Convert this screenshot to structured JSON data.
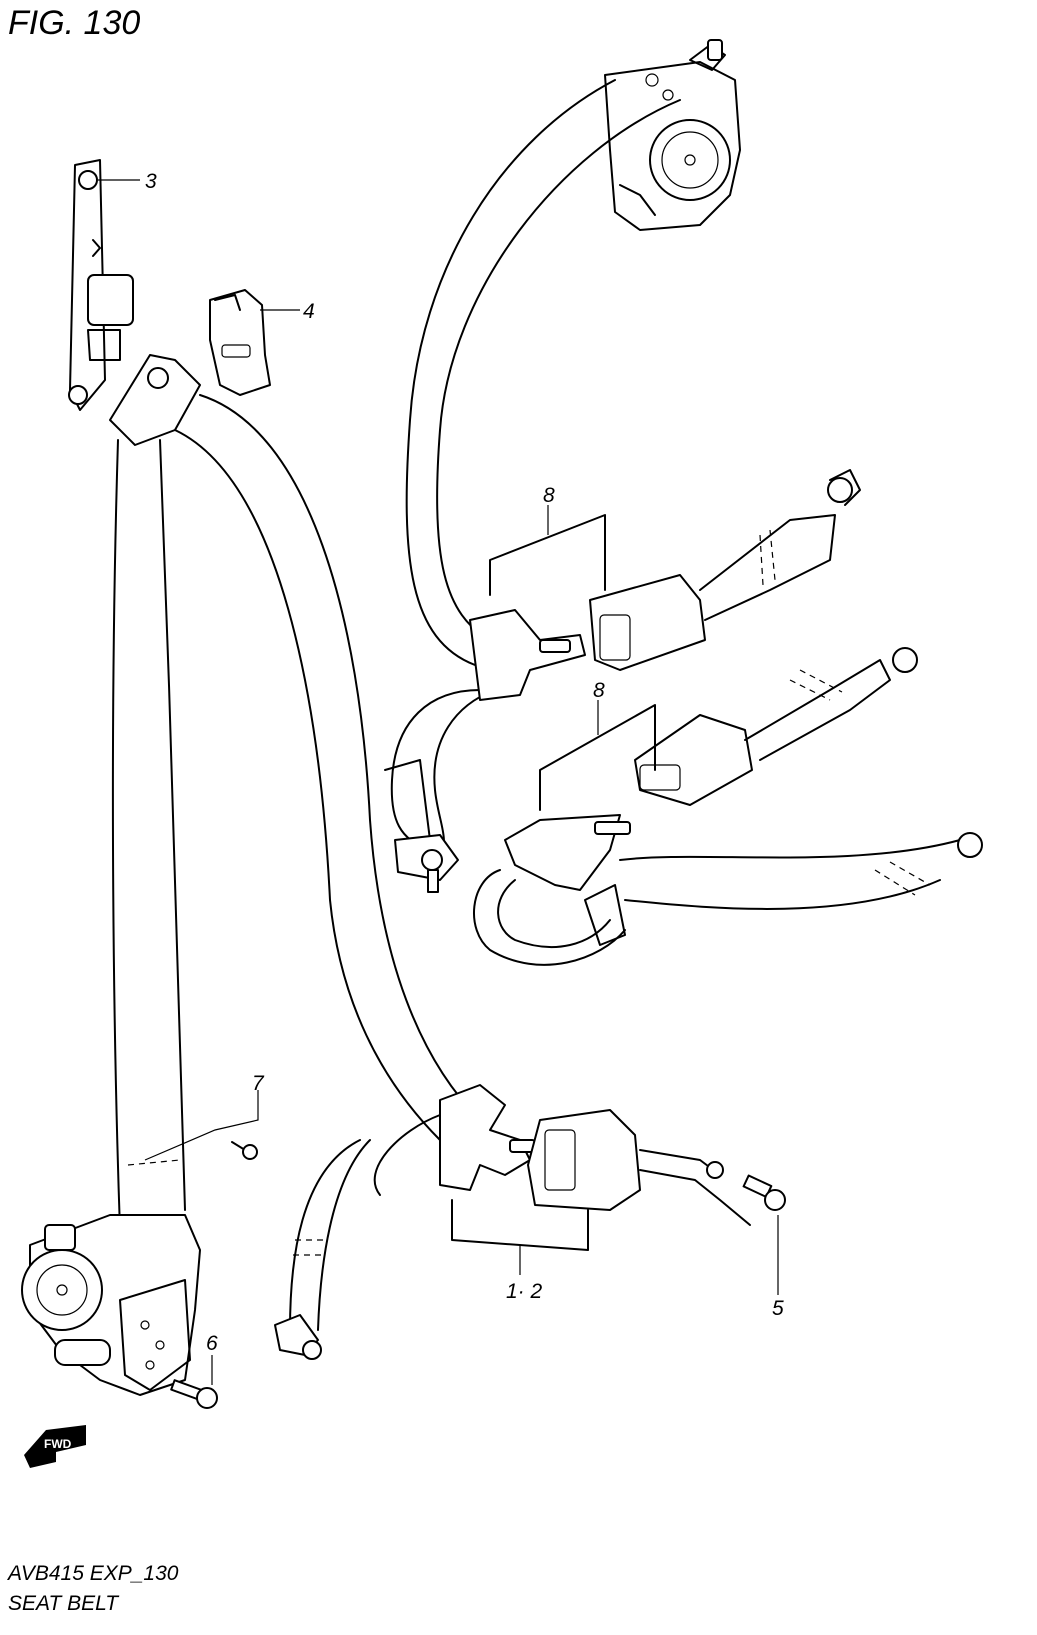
{
  "figure": {
    "title": "FIG. 130"
  },
  "callouts": [
    {
      "id": "c3",
      "text": "3"
    },
    {
      "id": "c4",
      "text": "4"
    },
    {
      "id": "c8a",
      "text": "8"
    },
    {
      "id": "c8b",
      "text": "8"
    },
    {
      "id": "c7",
      "text": "7"
    },
    {
      "id": "c6",
      "text": "6"
    },
    {
      "id": "c5",
      "text": "5"
    },
    {
      "id": "c12",
      "text": "1· 2"
    }
  ],
  "orientation": {
    "label": "FWD",
    "icon": "fwd-arrow-icon"
  },
  "footer": {
    "code": "AVB415 EXP_130",
    "name": "SEAT BELT"
  }
}
